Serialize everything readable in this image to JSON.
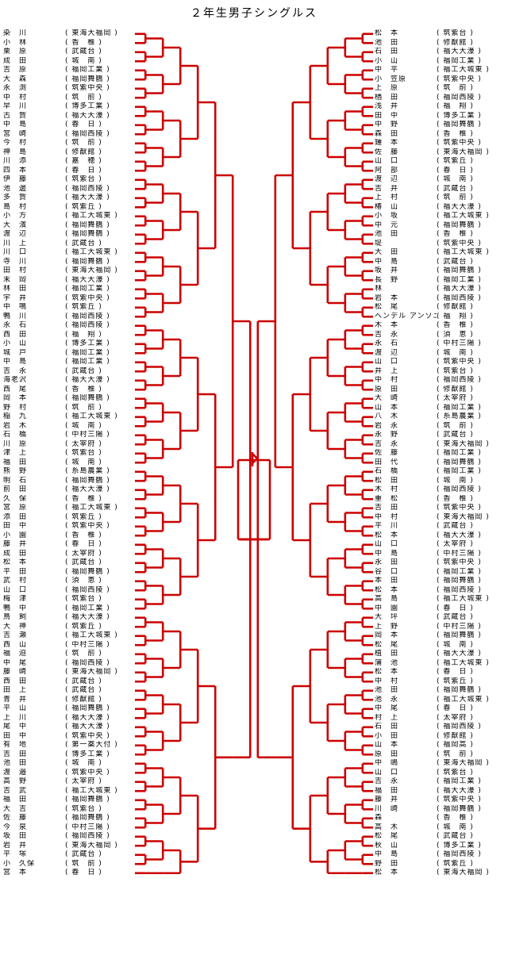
{
  "title": "２年生男子シングルス",
  "left_players": [
    {
      "name": "染　川",
      "school": "( 東海大福岡 )"
    },
    {
      "name": "小　林",
      "school": "( 香　椎 )"
    },
    {
      "name": "栗　原",
      "school": "( 武蔵台 )"
    },
    {
      "name": "成　田",
      "school": "( 城　南 )"
    },
    {
      "name": "吉　原",
      "school": "( 福岡工業 )"
    },
    {
      "name": "大　森",
      "school": "( 福岡舞鶴 )"
    },
    {
      "name": "永　渕",
      "school": "( 筑紫中央 )"
    },
    {
      "name": "中　村",
      "school": "( 筑　前 )"
    },
    {
      "name": "早　川",
      "school": "( 博多工業 )"
    },
    {
      "name": "古　賀",
      "school": "( 福大大濠 )"
    },
    {
      "name": "中　島",
      "school": "( 春　日 )"
    },
    {
      "name": "宮　崎",
      "school": "( 福岡西陵 )"
    },
    {
      "name": "今　村",
      "school": "( 筑　前 )"
    },
    {
      "name": "神　島",
      "school": "( 修猷館 )"
    },
    {
      "name": "川　添",
      "school": "( 嘉　穂 )"
    },
    {
      "name": "四　本",
      "school": "( 春　日 )"
    },
    {
      "name": "伊　藤",
      "school": "( 筑紫台 )"
    },
    {
      "name": "池　邊",
      "school": "( 福岡西陵 )"
    },
    {
      "name": "多　賀",
      "school": "( 福大大濠 )"
    },
    {
      "name": "島　村",
      "school": "( 筑紫丘 )"
    },
    {
      "name": "小　方",
      "school": "( 福工大城東 )"
    },
    {
      "name": "大　濱",
      "school": "( 福岡舞鶴 )"
    },
    {
      "name": "渡　辺",
      "school": "( 福岡舞鶴 )"
    },
    {
      "name": "川　上",
      "school": "( 武蔵台 )"
    },
    {
      "name": "川　口",
      "school": "( 福工大城東 )"
    },
    {
      "name": "寺　川",
      "school": "( 福岡舞鶴 )"
    },
    {
      "name": "田　村",
      "school": "( 東海大福岡 )"
    },
    {
      "name": "末　岡",
      "school": "( 福大大濠 )"
    },
    {
      "name": "林　田",
      "school": "( 福岡工業 )"
    },
    {
      "name": "宇　井",
      "school": "( 筑紫中央 )"
    },
    {
      "name": "中　鳴",
      "school": "( 筑紫丘 )"
    },
    {
      "name": "鴨　川",
      "school": "( 福岡西陵 )"
    },
    {
      "name": "永　石",
      "school": "( 福岡西陵 )"
    },
    {
      "name": "西　田",
      "school": "( 福　翔 )"
    },
    {
      "name": "小　山",
      "school": "( 博多工業 )"
    },
    {
      "name": "城　戸",
      "school": "( 福岡工業 )"
    },
    {
      "name": "中　島",
      "school": "( 福岡工業 )"
    },
    {
      "name": "吉　永",
      "school": "( 武蔵台 )"
    },
    {
      "name": "海老沢",
      "school": "( 福大大濠 )"
    },
    {
      "name": "西　尾",
      "school": "( 香　椎 )"
    },
    {
      "name": "岡　本",
      "school": "( 福岡舞鶴 )"
    },
    {
      "name": "野　村",
      "school": "( 筑　前 )"
    },
    {
      "name": "稲　九",
      "school": "( 福工大城東 )"
    },
    {
      "name": "岩　木",
      "school": "( 城　南 )"
    },
    {
      "name": "石　橋",
      "school": "( 中村三陽 )"
    },
    {
      "name": "川　原",
      "school": "( 太宰府 )"
    },
    {
      "name": "津　上",
      "school": "( 筑紫台 )"
    },
    {
      "name": "福　田",
      "school": "( 城　南 )"
    },
    {
      "name": "熊　野",
      "school": "( 糸島農業 )"
    },
    {
      "name": "明　石",
      "school": "( 福岡舞鶴 )"
    },
    {
      "name": "前　田",
      "school": "( 福大大濠 )"
    },
    {
      "name": "久　保",
      "school": "( 香　椎 )"
    },
    {
      "name": "宮　原",
      "school": "( 福工大城東 )"
    },
    {
      "name": "添　田",
      "school": "( 筑紫丘 )"
    },
    {
      "name": "田　中",
      "school": "( 筑紫中央 )"
    },
    {
      "name": "小　園",
      "school": "( 香　椎 )"
    },
    {
      "name": "藤　井",
      "school": "( 春　日 )"
    },
    {
      "name": "成　田",
      "school": "( 太宰府 )"
    },
    {
      "name": "松　本",
      "school": "( 武蔵台 )"
    },
    {
      "name": "平　田",
      "school": "( 福岡舞鶴 )"
    },
    {
      "name": "武　村",
      "school": "( 須　恵 )"
    },
    {
      "name": "山　口",
      "school": "( 福岡西陵 )"
    },
    {
      "name": "梅　津",
      "school": "( 筑紫台 )"
    },
    {
      "name": "鴨　中",
      "school": "( 福岡工業 )"
    },
    {
      "name": "鳥　飼",
      "school": "( 福大大濠 )"
    },
    {
      "name": "大　神",
      "school": "( 筑紫丘 )"
    },
    {
      "name": "吉　瀬",
      "school": "( 福工大城東 )"
    },
    {
      "name": "西　山",
      "school": "( 中村三陽 )"
    },
    {
      "name": "福　迫",
      "school": "( 筑　前 )"
    },
    {
      "name": "中　尾",
      "school": "( 福岡西陵 )"
    },
    {
      "name": "藤　崎",
      "school": "( 東海大福岡 )"
    },
    {
      "name": "西　田",
      "school": "( 武蔵台 )"
    },
    {
      "name": "田　上",
      "school": "( 武蔵台 )"
    },
    {
      "name": "青　井",
      "school": "( 修猷館 )"
    },
    {
      "name": "平　山",
      "school": "( 福岡舞鶴 )"
    },
    {
      "name": "上　川",
      "school": "( 福大大濠 )"
    },
    {
      "name": "尾　中",
      "school": "( 福大大濠 )"
    },
    {
      "name": "田　中",
      "school": "( 筑紫中央 )"
    },
    {
      "name": "有　地",
      "school": "( 第一薬大付 )"
    },
    {
      "name": "吉　田",
      "school": "( 博多工業 )"
    },
    {
      "name": "池　田",
      "school": "( 城　南 )"
    },
    {
      "name": "渡　邉",
      "school": "( 筑紫中央 )"
    },
    {
      "name": "高　野",
      "school": "( 太宰府 )"
    },
    {
      "name": "吉　武",
      "school": "( 福工大城東 )"
    },
    {
      "name": "福　田",
      "school": "( 福岡舞鶴 )"
    },
    {
      "name": "大　吉",
      "school": "( 筑紫台 )"
    },
    {
      "name": "佐　藤",
      "school": "( 福岡舞鶴 )"
    },
    {
      "name": "今　泉",
      "school": "( 中村三陽 )"
    },
    {
      "name": "坂　田",
      "school": "( 福岡西陵 )"
    },
    {
      "name": "岩　井",
      "school": "( 東海大福岡 )"
    },
    {
      "name": "平　塚",
      "school": "( 武蔵台 )"
    },
    {
      "name": "小　久保",
      "school": "( 筑　前 )"
    },
    {
      "name": "宮　本",
      "school": "( 春　日 )"
    }
  ],
  "right_players": [
    {
      "name": "松　本",
      "school": "( 筑紫台 )"
    },
    {
      "name": "池　田",
      "school": "( 修猷館 )"
    },
    {
      "name": "石　田",
      "school": "( 福大大濠 )"
    },
    {
      "name": "小　山",
      "school": "( 福岡工業 )"
    },
    {
      "name": "中　平",
      "school": "( 福工大城東 )"
    },
    {
      "name": "小　笠原",
      "school": "( 筑紫中央 )"
    },
    {
      "name": "上　原",
      "school": "( 筑　前 )"
    },
    {
      "name": "楢　田",
      "school": "( 福岡西陵 )"
    },
    {
      "name": "浅　井",
      "school": "( 福　翔 )"
    },
    {
      "name": "田　中",
      "school": "( 博多工業 )"
    },
    {
      "name": "中　野",
      "school": "( 福岡舞鶴 )"
    },
    {
      "name": "森　田",
      "school": "( 香　椎 )"
    },
    {
      "name": "鍾　本",
      "school": "( 筑紫中央 )"
    },
    {
      "name": "佐　藤",
      "school": "( 東海大福岡 )"
    },
    {
      "name": "山　口",
      "school": "( 筑紫丘 )"
    },
    {
      "name": "阿　部",
      "school": "( 春　日 )"
    },
    {
      "name": "渡　辺",
      "school": "( 城　南 )"
    },
    {
      "name": "吉　井",
      "school": "( 武蔵台 )"
    },
    {
      "name": "上　村",
      "school": "( 筑　前 )"
    },
    {
      "name": "椿　山",
      "school": "( 福大大濠 )"
    },
    {
      "name": "小　坂",
      "school": "( 福工大城東 )"
    },
    {
      "name": "中　元",
      "school": "( 福岡舞鶴 )"
    },
    {
      "name": "池　田",
      "school": "( 香　椎 )"
    },
    {
      "name": "堤",
      "school": "( 筑紫中央 )"
    },
    {
      "name": "大　田",
      "school": "( 福工大城東 )"
    },
    {
      "name": "中　島",
      "school": "( 武蔵台 )"
    },
    {
      "name": "坂　井",
      "school": "( 福岡舞鶴 )"
    },
    {
      "name": "長　野",
      "school": "( 福岡工業 )"
    },
    {
      "name": "林",
      "school": "( 福大大濠 )"
    },
    {
      "name": "岩　本",
      "school": "( 福岡西陵 )"
    },
    {
      "name": "松　尾",
      "school": "( 修猷館 )"
    },
    {
      "name": "ヘンデル アンソニー",
      "school": "( 福　翔 )"
    },
    {
      "name": "木　本",
      "school": "( 香　椎 )"
    },
    {
      "name": "吉　永",
      "school": "( 須　恵 )"
    },
    {
      "name": "永　石",
      "school": "( 中村三陽 )"
    },
    {
      "name": "渡　辺",
      "school": "( 城　南 )"
    },
    {
      "name": "山　口",
      "school": "( 筑紫中央 )"
    },
    {
      "name": "井　上",
      "school": "( 筑紫台 )"
    },
    {
      "name": "中　村",
      "school": "( 福岡西陵 )"
    },
    {
      "name": "原　田",
      "school": "( 修猷館 )"
    },
    {
      "name": "大　崎",
      "school": "( 太宰府 )"
    },
    {
      "name": "山　本",
      "school": "( 福岡工業 )"
    },
    {
      "name": "八　木",
      "school": "( 糸島農業 )"
    },
    {
      "name": "岩　永",
      "school": "( 筑　前 )"
    },
    {
      "name": "永　野",
      "school": "( 武蔵台 )"
    },
    {
      "name": "吉　永",
      "school": "( 東海大福岡 )"
    },
    {
      "name": "佐　藤",
      "school": "( 福岡工業 )"
    },
    {
      "name": "田　代",
      "school": "( 福岡舞鶴 )"
    },
    {
      "name": "石　橋",
      "school": "( 福岡工業 )"
    },
    {
      "name": "松　田",
      "school": "( 城　南 )"
    },
    {
      "name": "木　村",
      "school": "( 福岡西陵 )"
    },
    {
      "name": "重　松",
      "school": "( 香　椎 )"
    },
    {
      "name": "吉　田",
      "school": "( 筑紫中央 )"
    },
    {
      "name": "中　村",
      "school": "( 東海大福岡 )"
    },
    {
      "name": "平　川",
      "school": "( 武蔵台 )"
    },
    {
      "name": "松　本",
      "school": "( 福大大濠 )"
    },
    {
      "name": "山　口",
      "school": "( 太宰府 )"
    },
    {
      "name": "中　島",
      "school": "( 中村三陽 )"
    },
    {
      "name": "永　田",
      "school": "( 筑紫中央 )"
    },
    {
      "name": "谷　口",
      "school": "( 福岡工業 )"
    },
    {
      "name": "本　田",
      "school": "( 福岡舞鶴 )"
    },
    {
      "name": "松　本",
      "school": "( 福岡西陵 )"
    },
    {
      "name": "高　島",
      "school": "( 福工大城東 )"
    },
    {
      "name": "中　園",
      "school": "( 春　日 )"
    },
    {
      "name": "大　坪",
      "school": "( 武蔵台 )"
    },
    {
      "name": "上　野",
      "school": "( 中村三陽 )"
    },
    {
      "name": "岡　本",
      "school": "( 福岡舞鶴 )"
    },
    {
      "name": "松　尾",
      "school": "( 城　南 )"
    },
    {
      "name": "植　田",
      "school": "( 福大大濠 )"
    },
    {
      "name": "蒲　池",
      "school": "( 福工大城東 )"
    },
    {
      "name": "松　本",
      "school": "( 春　日 )"
    },
    {
      "name": "中　村",
      "school": "( 筑紫丘 )"
    },
    {
      "name": "池　田",
      "school": "( 福岡舞鶴 )"
    },
    {
      "name": "池　永",
      "school": "( 福工大城東 )"
    },
    {
      "name": "中　尾",
      "school": "( 春　日 )"
    },
    {
      "name": "村　上",
      "school": "( 太宰府 )"
    },
    {
      "name": "石　田",
      "school": "( 福岡西陵 )"
    },
    {
      "name": "小　田",
      "school": "( 修猷館 )"
    },
    {
      "name": "山　本",
      "school": "( 福岡高 )"
    },
    {
      "name": "原　田",
      "school": "( 筑　前 )"
    },
    {
      "name": "中　嶋",
      "school": "( 東海大福岡 )"
    },
    {
      "name": "山　口",
      "school": "( 筑紫台 )"
    },
    {
      "name": "吉　永",
      "school": "( 福岡工業 )"
    },
    {
      "name": "福　田",
      "school": "( 福大大濠 )"
    },
    {
      "name": "藤　井",
      "school": "( 筑紫中央 )"
    },
    {
      "name": "川　崎",
      "school": "( 福岡舞鶴 )"
    },
    {
      "name": "森",
      "school": "( 香　椎 )"
    },
    {
      "name": "高　木",
      "school": "( 城　南 )"
    },
    {
      "name": "松　尾",
      "school": "( 武蔵台 )"
    },
    {
      "name": "秋　山",
      "school": "( 博多工業 )"
    },
    {
      "name": "中　島",
      "school": "( 福岡西陵 )"
    },
    {
      "name": "野　田",
      "school": "( 筑紫丘 )"
    },
    {
      "name": "松　本",
      "school": "( 東海大福岡 )"
    }
  ]
}
